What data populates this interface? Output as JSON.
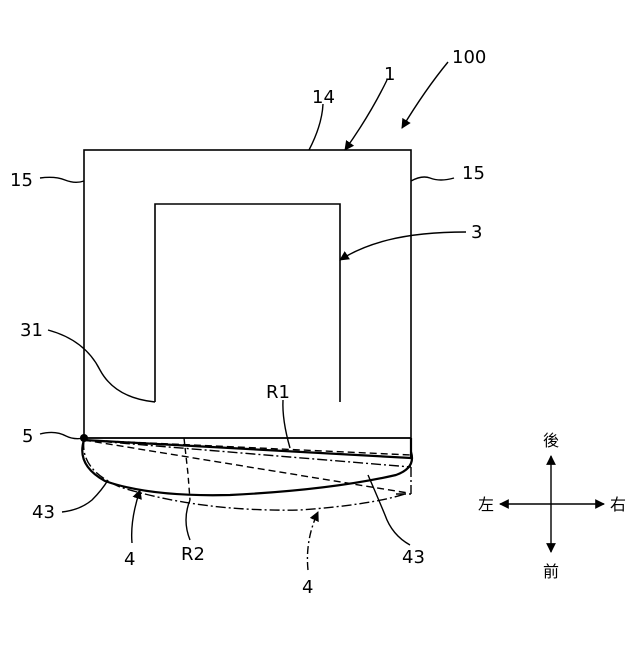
{
  "labels": {
    "ref_100": "100",
    "ref_1": "1",
    "ref_14": "14",
    "ref_15_left": "15",
    "ref_15_right": "15",
    "ref_3": "3",
    "ref_31": "31",
    "ref_5": "5",
    "ref_r1": "R1",
    "ref_43_left": "43",
    "ref_4_left": "4",
    "ref_r2": "R2",
    "ref_43_right": "43",
    "ref_4_right": "4"
  },
  "compass": {
    "back": "後",
    "front": "前",
    "left": "左",
    "right": "右"
  },
  "colors": {
    "line": "#000000",
    "background": "#ffffff"
  }
}
